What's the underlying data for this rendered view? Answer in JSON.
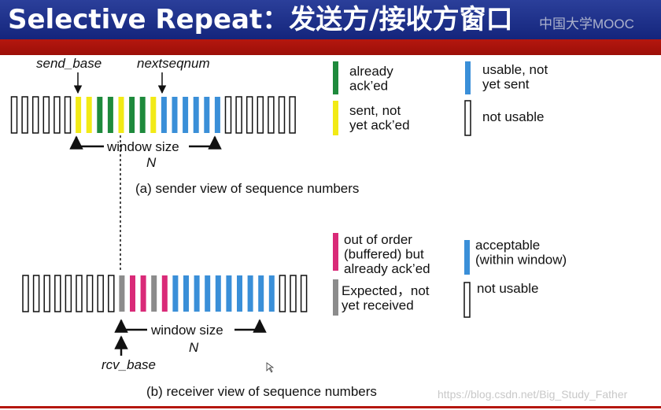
{
  "title": "Selective Repeat：发送方/接收方窗口",
  "title_watermark": "中国大学MOOC",
  "colors": {
    "acked": "#1e8a3c",
    "sent_not_acked": "#f2ea15",
    "usable_not_sent": "#3a8fd8",
    "not_usable": "#ffffff",
    "out_of_order": "#d92a78",
    "expected": "#8c8c8c",
    "acceptable": "#3a8fd8"
  },
  "sender": {
    "label_send_base": "send_base",
    "label_nextseqnum": "nextseqnum",
    "window_size_label": "window size",
    "window_n": "N",
    "caption": "(a) sender view of sequence numbers",
    "boxes": [
      "unusable",
      "unusable",
      "unusable",
      "unusable",
      "unusable",
      "unusable",
      "sent",
      "sent",
      "acked",
      "acked",
      "sent",
      "acked",
      "acked",
      "sent",
      "usable",
      "usable",
      "usable",
      "usable",
      "usable",
      "usable",
      "unusable",
      "unusable",
      "unusable",
      "unusable",
      "unusable",
      "unusable",
      "unusable"
    ],
    "legend": [
      {
        "state": "acked",
        "lines": [
          "already",
          "ack’ed"
        ]
      },
      {
        "state": "usable",
        "lines": [
          "usable, not",
          "yet sent"
        ]
      },
      {
        "state": "sent",
        "lines": [
          "sent, not",
          "yet ack’ed"
        ]
      },
      {
        "state": "unusable",
        "lines": [
          "not usable"
        ]
      }
    ]
  },
  "receiver": {
    "label_rcv_base": "rcv_base",
    "window_size_label": "window size",
    "window_n": "N",
    "caption": "(b) receiver view of sequence numbers",
    "boxes": [
      "unusable",
      "unusable",
      "unusable",
      "unusable",
      "unusable",
      "unusable",
      "unusable",
      "unusable",
      "unusable",
      "expected",
      "buffered",
      "buffered",
      "expected",
      "buffered",
      "acceptable",
      "acceptable",
      "acceptable",
      "acceptable",
      "acceptable",
      "acceptable",
      "acceptable",
      "acceptable",
      "acceptable",
      "acceptable",
      "unusable",
      "unusable",
      "unusable"
    ],
    "legend": [
      {
        "state": "buffered",
        "lines": [
          "out of order",
          "(buffered) but",
          "already ack’ed"
        ]
      },
      {
        "state": "acceptable",
        "lines": [
          "acceptable",
          "(within window)"
        ]
      },
      {
        "state": "expected",
        "lines": [
          "Expected，not",
          "yet received"
        ]
      },
      {
        "state": "unusable",
        "lines": [
          "not usable"
        ]
      }
    ]
  },
  "footer_watermark": "https://blog.csdn.net/Big_Study_Father"
}
